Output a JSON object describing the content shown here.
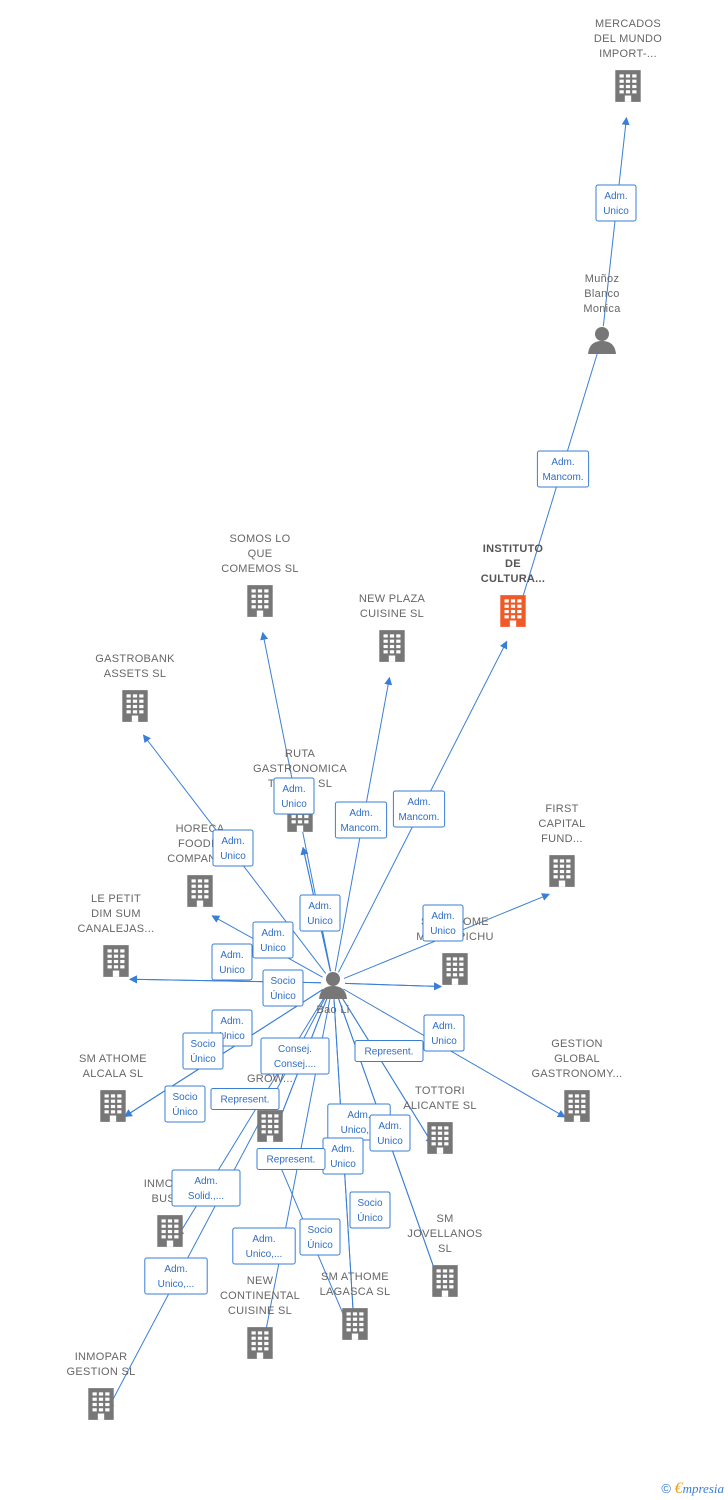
{
  "colors": {
    "edge": "#3a7fd6",
    "building": "#777777",
    "focus": "#f05a28",
    "person": "#777777"
  },
  "nodes": [
    {
      "id": "mercados",
      "type": "company",
      "label": [
        "MERCADOS",
        "DEL MUNDO",
        "IMPORT-..."
      ]
    },
    {
      "id": "munoz",
      "type": "person",
      "label": [
        "Muñoz",
        "Blanco",
        "Monica"
      ]
    },
    {
      "id": "instituto",
      "type": "focus",
      "label": [
        "INSTITUTO",
        "DE",
        "CULTURA..."
      ]
    },
    {
      "id": "somos",
      "type": "company",
      "label": [
        "SOMOS LO",
        "QUE",
        "COMEMOS  SL"
      ]
    },
    {
      "id": "newplaza",
      "type": "company",
      "label": [
        "NEW PLAZA",
        "CUISINE  SL"
      ]
    },
    {
      "id": "gastrobank",
      "type": "company",
      "label": [
        "GASTROBANK",
        "ASSETS  SL"
      ]
    },
    {
      "id": "ruta",
      "type": "company",
      "label": [
        "RUTA",
        "GASTRONOMICA",
        "TOLEDO  SL"
      ]
    },
    {
      "id": "firstcap",
      "type": "company",
      "label": [
        "FIRST",
        "CAPITAL",
        "FUND..."
      ]
    },
    {
      "id": "horeca",
      "type": "company",
      "label": [
        "HORECA",
        "FOODIE",
        "COMPANY..."
      ]
    },
    {
      "id": "baoli",
      "type": "person",
      "label": [
        "Bao Li"
      ]
    },
    {
      "id": "lepetit",
      "type": "company",
      "label": [
        "LE PETIT",
        "DIM SUM",
        "CANALEJAS..."
      ]
    },
    {
      "id": "machupichu",
      "type": "company",
      "label": [
        "SM ATHOME",
        "MACHUPICHU"
      ]
    },
    {
      "id": "gestion",
      "type": "company",
      "label": [
        "GESTION",
        "GLOBAL",
        "GASTRONOMY..."
      ]
    },
    {
      "id": "alcala",
      "type": "company",
      "label": [
        "SM ATHOME",
        "ALCALA  SL"
      ]
    },
    {
      "id": "grow",
      "type": "company",
      "label": [
        "GROW...",
        "SL"
      ]
    },
    {
      "id": "tottori",
      "type": "company",
      "label": [
        "TOTTORI",
        "ALICANTE  SL"
      ]
    },
    {
      "id": "inmoparbus",
      "type": "company",
      "label": [
        "INMOPAR",
        "BUSI..."
      ]
    },
    {
      "id": "jovellanos",
      "type": "company",
      "label": [
        "SM",
        "JOVELLANOS",
        "SL"
      ]
    },
    {
      "id": "lagasca",
      "type": "company",
      "label": [
        "SM ATHOME",
        "LAGASCA  SL"
      ]
    },
    {
      "id": "newcont",
      "type": "company",
      "label": [
        "NEW",
        "CONTINENTAL",
        "CUISINE  SL"
      ]
    },
    {
      "id": "inmopargest",
      "type": "company",
      "label": [
        "INMOPAR",
        "GESTION  SL"
      ]
    }
  ],
  "edges": [
    {
      "from": "munoz",
      "to": "mercados",
      "label": [
        "Adm.",
        "Unico"
      ]
    },
    {
      "from": "munoz",
      "to": "instituto",
      "label": [
        "Adm.",
        "Mancom."
      ]
    },
    {
      "from": "baoli",
      "to": "instituto",
      "label": [
        "Adm.",
        "Mancom."
      ]
    },
    {
      "from": "baoli",
      "to": "newplaza",
      "label": [
        "Adm.",
        "Mancom."
      ]
    },
    {
      "from": "baoli",
      "to": "somos",
      "label": [
        "Adm.",
        "Unico"
      ]
    },
    {
      "from": "baoli",
      "to": "gastrobank",
      "label": [
        "Adm.",
        "Unico"
      ]
    },
    {
      "from": "baoli",
      "to": "ruta",
      "label": [
        "Adm.",
        "Unico"
      ]
    },
    {
      "from": "baoli",
      "to": "firstcap",
      "label": [
        "Adm.",
        "Unico"
      ]
    },
    {
      "from": "baoli",
      "to": "horeca",
      "label": [
        "Adm.",
        "Unico"
      ]
    },
    {
      "from": "baoli",
      "to": "lepetit",
      "label": [
        "Adm.",
        "Unico"
      ]
    },
    {
      "from": "baoli",
      "to": "machupichu",
      "label": [
        "Adm.",
        "Unico"
      ]
    },
    {
      "from": "baoli",
      "to": "gestion",
      "label": [
        "Adm.",
        "Unico"
      ]
    },
    {
      "from": "baoli",
      "to": "alcala",
      "label": [
        "Socio",
        "Único"
      ]
    },
    {
      "from": "baoli",
      "to": "grow",
      "label": [
        "Represent."
      ]
    },
    {
      "from": "baoli",
      "to": "tottori",
      "label": [
        "Adm.",
        "Unico,..."
      ]
    },
    {
      "from": "baoli",
      "to": "inmoparbus",
      "label": [
        "Adm.",
        "Solid.,..."
      ]
    },
    {
      "from": "baoli",
      "to": "jovellanos",
      "label": [
        "Socio",
        "Único"
      ]
    },
    {
      "from": "baoli",
      "to": "lagasca",
      "label": [
        "Socio",
        "Único"
      ]
    },
    {
      "from": "baoli",
      "to": "newcont",
      "label": [
        "Adm.",
        "Unico,..."
      ]
    },
    {
      "from": "baoli",
      "to": "inmopargest",
      "label": [
        "Adm.",
        "Unico,..."
      ]
    },
    {
      "from": "baoli",
      "to": "ruta",
      "label": [
        "Socio",
        "Único"
      ]
    },
    {
      "from": "baoli",
      "to": "lepetit",
      "label": [
        "Socio",
        "Único"
      ]
    },
    {
      "from": "baoli",
      "to": "machupichu",
      "label": [
        "Represent."
      ]
    },
    {
      "from": "baoli",
      "to": "grow",
      "label": [
        "Consej.",
        "Consej...."
      ]
    },
    {
      "from": "baoli",
      "to": "lagasca",
      "label": [
        "Adm.",
        "Unico"
      ]
    },
    {
      "from": "baoli",
      "to": "tottori",
      "label": [
        "Adm.",
        "Unico"
      ]
    },
    {
      "from": "baoli",
      "to": "jovellanos",
      "label": [
        "Socio",
        "Único"
      ]
    },
    {
      "from": "grow",
      "to": "lagasca",
      "label": [
        "Represent."
      ]
    },
    {
      "from": "baoli",
      "to": "alcala",
      "label": [
        "Adm.",
        "Unico"
      ]
    }
  ],
  "footer": {
    "copyright": "©",
    "brand_first": "€",
    "brand_rest": "mpresia"
  }
}
